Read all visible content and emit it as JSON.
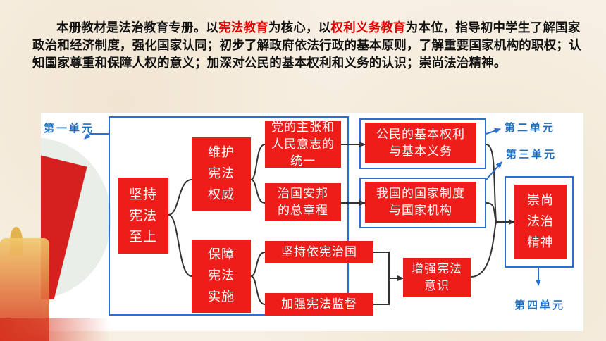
{
  "intro": {
    "p1": "本册教材是法治教育专册。以",
    "hl1": "宪法教育",
    "p2": "为核心，以",
    "hl2": "权利义务教育",
    "p3": "为本位，指导初中学生了解国家政治和经济制度，强化国家认同；初步了解政府依法行政的基本原则，了解重要国家机构的职权；认知国家尊重和保障人权的意义；加深对公民的基本权利和义务的认识；崇尚法治精神。"
  },
  "diagram": {
    "unit1": "第一单元",
    "unit2": "第二单元",
    "unit3": "第三单元",
    "unit4": "第四单元",
    "core": "坚持宪法至上",
    "maintain": "维护宪法权威",
    "guarantee": "保障宪法实施",
    "unity": "党的主张和人民意志的统一",
    "program": "治国安邦的总章程",
    "rights": "公民的基本权利与基本义务",
    "system": "我国的国家制度与国家机构",
    "rule": "坚持依宪治国",
    "supervise": "加强宪法监督",
    "awareness": "增强宪法意识",
    "spirit": "崇尚法治精神"
  },
  "colors": {
    "box_red": "#ee1d19",
    "frame_blue": "#2b6fd1",
    "unit_blue": "#1f6fbf",
    "highlight_red": "#e00000"
  }
}
